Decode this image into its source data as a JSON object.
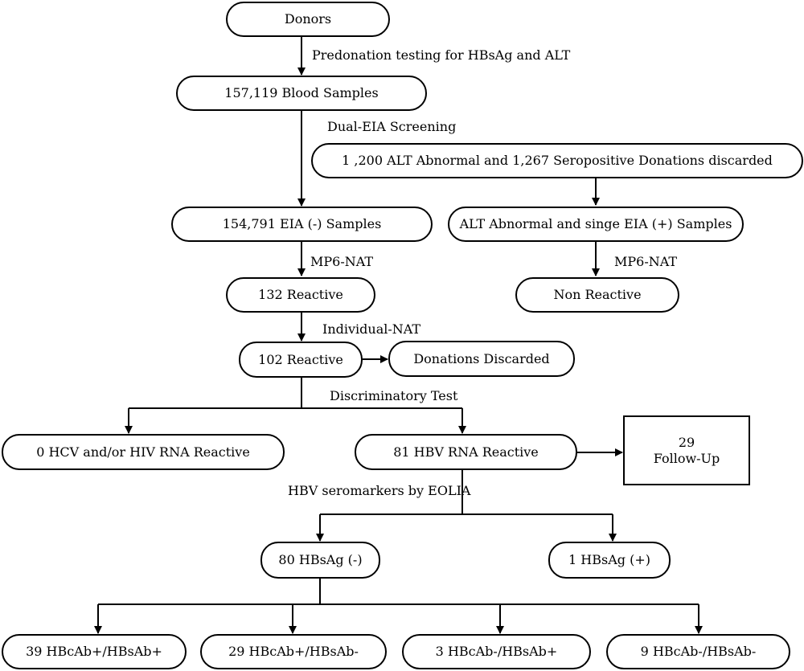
{
  "nodes": {
    "donors": "Donors",
    "blood_samples": "157,119 Blood Samples",
    "discarded_seropositive": "1 ,200 ALT Abnormal and 1,267 Seropositive Donations discarded",
    "eia_negative": "154,791 EIA (-) Samples",
    "alt_abnormal": "ALT Abnormal and singe EIA (+) Samples",
    "reactive_132": "132 Reactive",
    "non_reactive": "Non Reactive",
    "reactive_102": "102 Reactive",
    "donations_discarded": "Donations Discarded",
    "hcv_hiv": "0 HCV and/or HIV RNA Reactive",
    "hbv_rna": "81  HBV RNA Reactive",
    "followup_count": "29",
    "followup_label": "Follow-Up",
    "hbsag_neg": "80 HBsAg (-)",
    "hbsag_pos": "1 HBsAg (+)",
    "hbcab_pos_hbsab_pos": "39 HBcAb+/HBsAb+",
    "hbcab_pos_hbsab_neg": "29 HBcAb+/HBsAb-",
    "hbcab_neg_hbsab_pos": "3 HBcAb-/HBsAb+",
    "hbcab_neg_hbsab_neg": "9 HBcAb-/HBsAb-"
  },
  "edge_labels": {
    "predonation": "Predonation testing for HBsAg and ALT",
    "dual_eia": "Dual-EIA Screening",
    "mp6_nat_left": "MP6-NAT",
    "mp6_nat_right": "MP6-NAT",
    "individual_nat": "Individual-NAT",
    "discriminatory": "Discriminatory Test",
    "hbv_seromarkers": "HBV seromarkers by EOLIA"
  }
}
